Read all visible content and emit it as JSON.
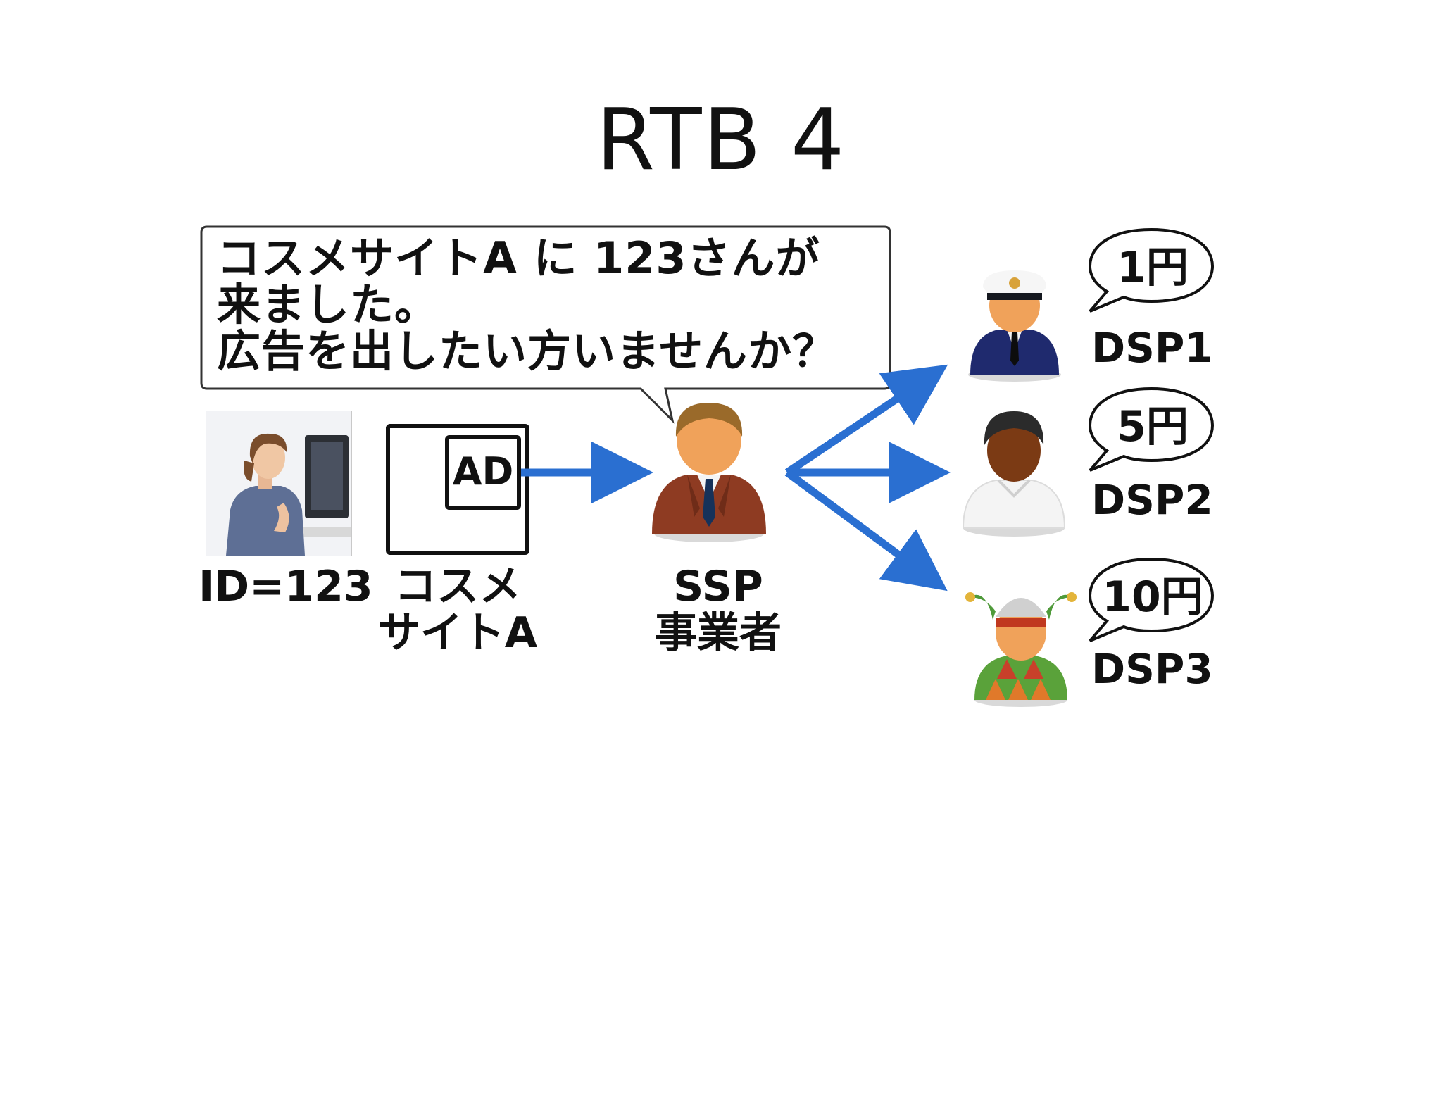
{
  "title": "RTB 4",
  "callout": {
    "text": "コスメサイトA に 123さんが\n来ました。\n広告を出したい方いませんか？"
  },
  "user": {
    "label": "ID=123"
  },
  "site": {
    "label": "コスメ\nサイトA",
    "ad_label": "AD"
  },
  "ssp": {
    "label": "SSP\n事業者"
  },
  "dsps": [
    {
      "name": "DSP1",
      "bid": "1円",
      "figure": "captain-icon"
    },
    {
      "name": "DSP2",
      "bid": "5円",
      "figure": "person-icon"
    },
    {
      "name": "DSP3",
      "bid": "10円",
      "figure": "jester-icon"
    }
  ],
  "colors": {
    "arrow": "#2a6fd1",
    "text": "#111111"
  }
}
